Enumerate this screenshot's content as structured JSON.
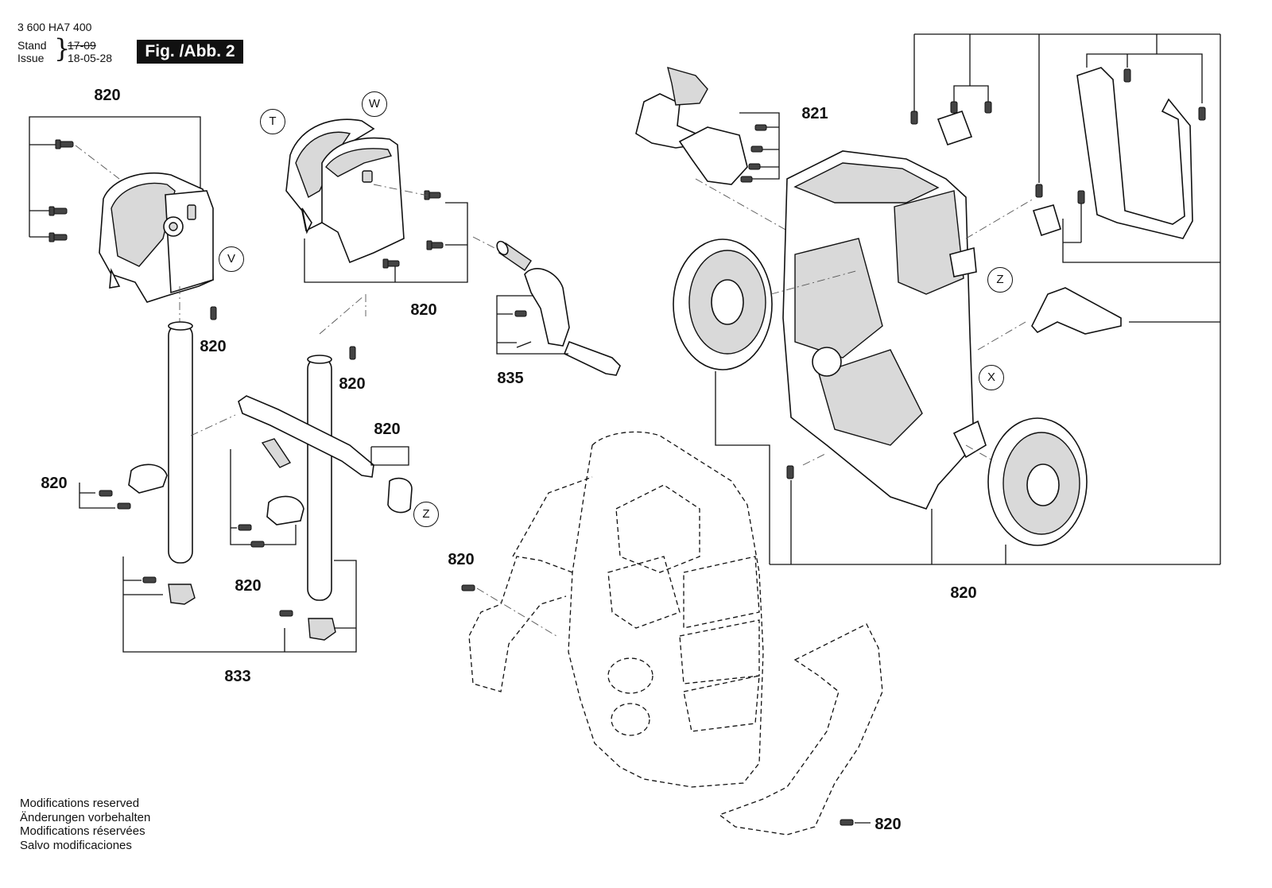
{
  "header": {
    "doc_number": "3 600 HA7 400",
    "stand_label": "Stand",
    "issue_label": "Issue",
    "stand_value": "17-09",
    "issue_value": "18-05-28",
    "fig_badge": "Fig. /Abb. 2"
  },
  "part_labels": {
    "l820_top_left": "820",
    "l820_cover_group": "820",
    "l820_screw_pole_left": "820",
    "l820_screw_pole_right": "820",
    "l820_clip_left": "820",
    "l820_clip_mid": "820",
    "l820_knob_group": "820",
    "l833": "833",
    "l835": "835",
    "l821": "821",
    "l820_frame": "820",
    "l820_housing_screw": "820",
    "l820_footplate": "820"
  },
  "reference_letters": {
    "T": "T",
    "W": "W",
    "V": "V",
    "Z_frame": "Z",
    "X": "X",
    "Z_left": "Z"
  },
  "footer": {
    "line1": "Modifications reserved",
    "line2": "Änderungen vorbehalten",
    "line3": "Modifications réservées",
    "line4": "Salvo modificaciones"
  }
}
